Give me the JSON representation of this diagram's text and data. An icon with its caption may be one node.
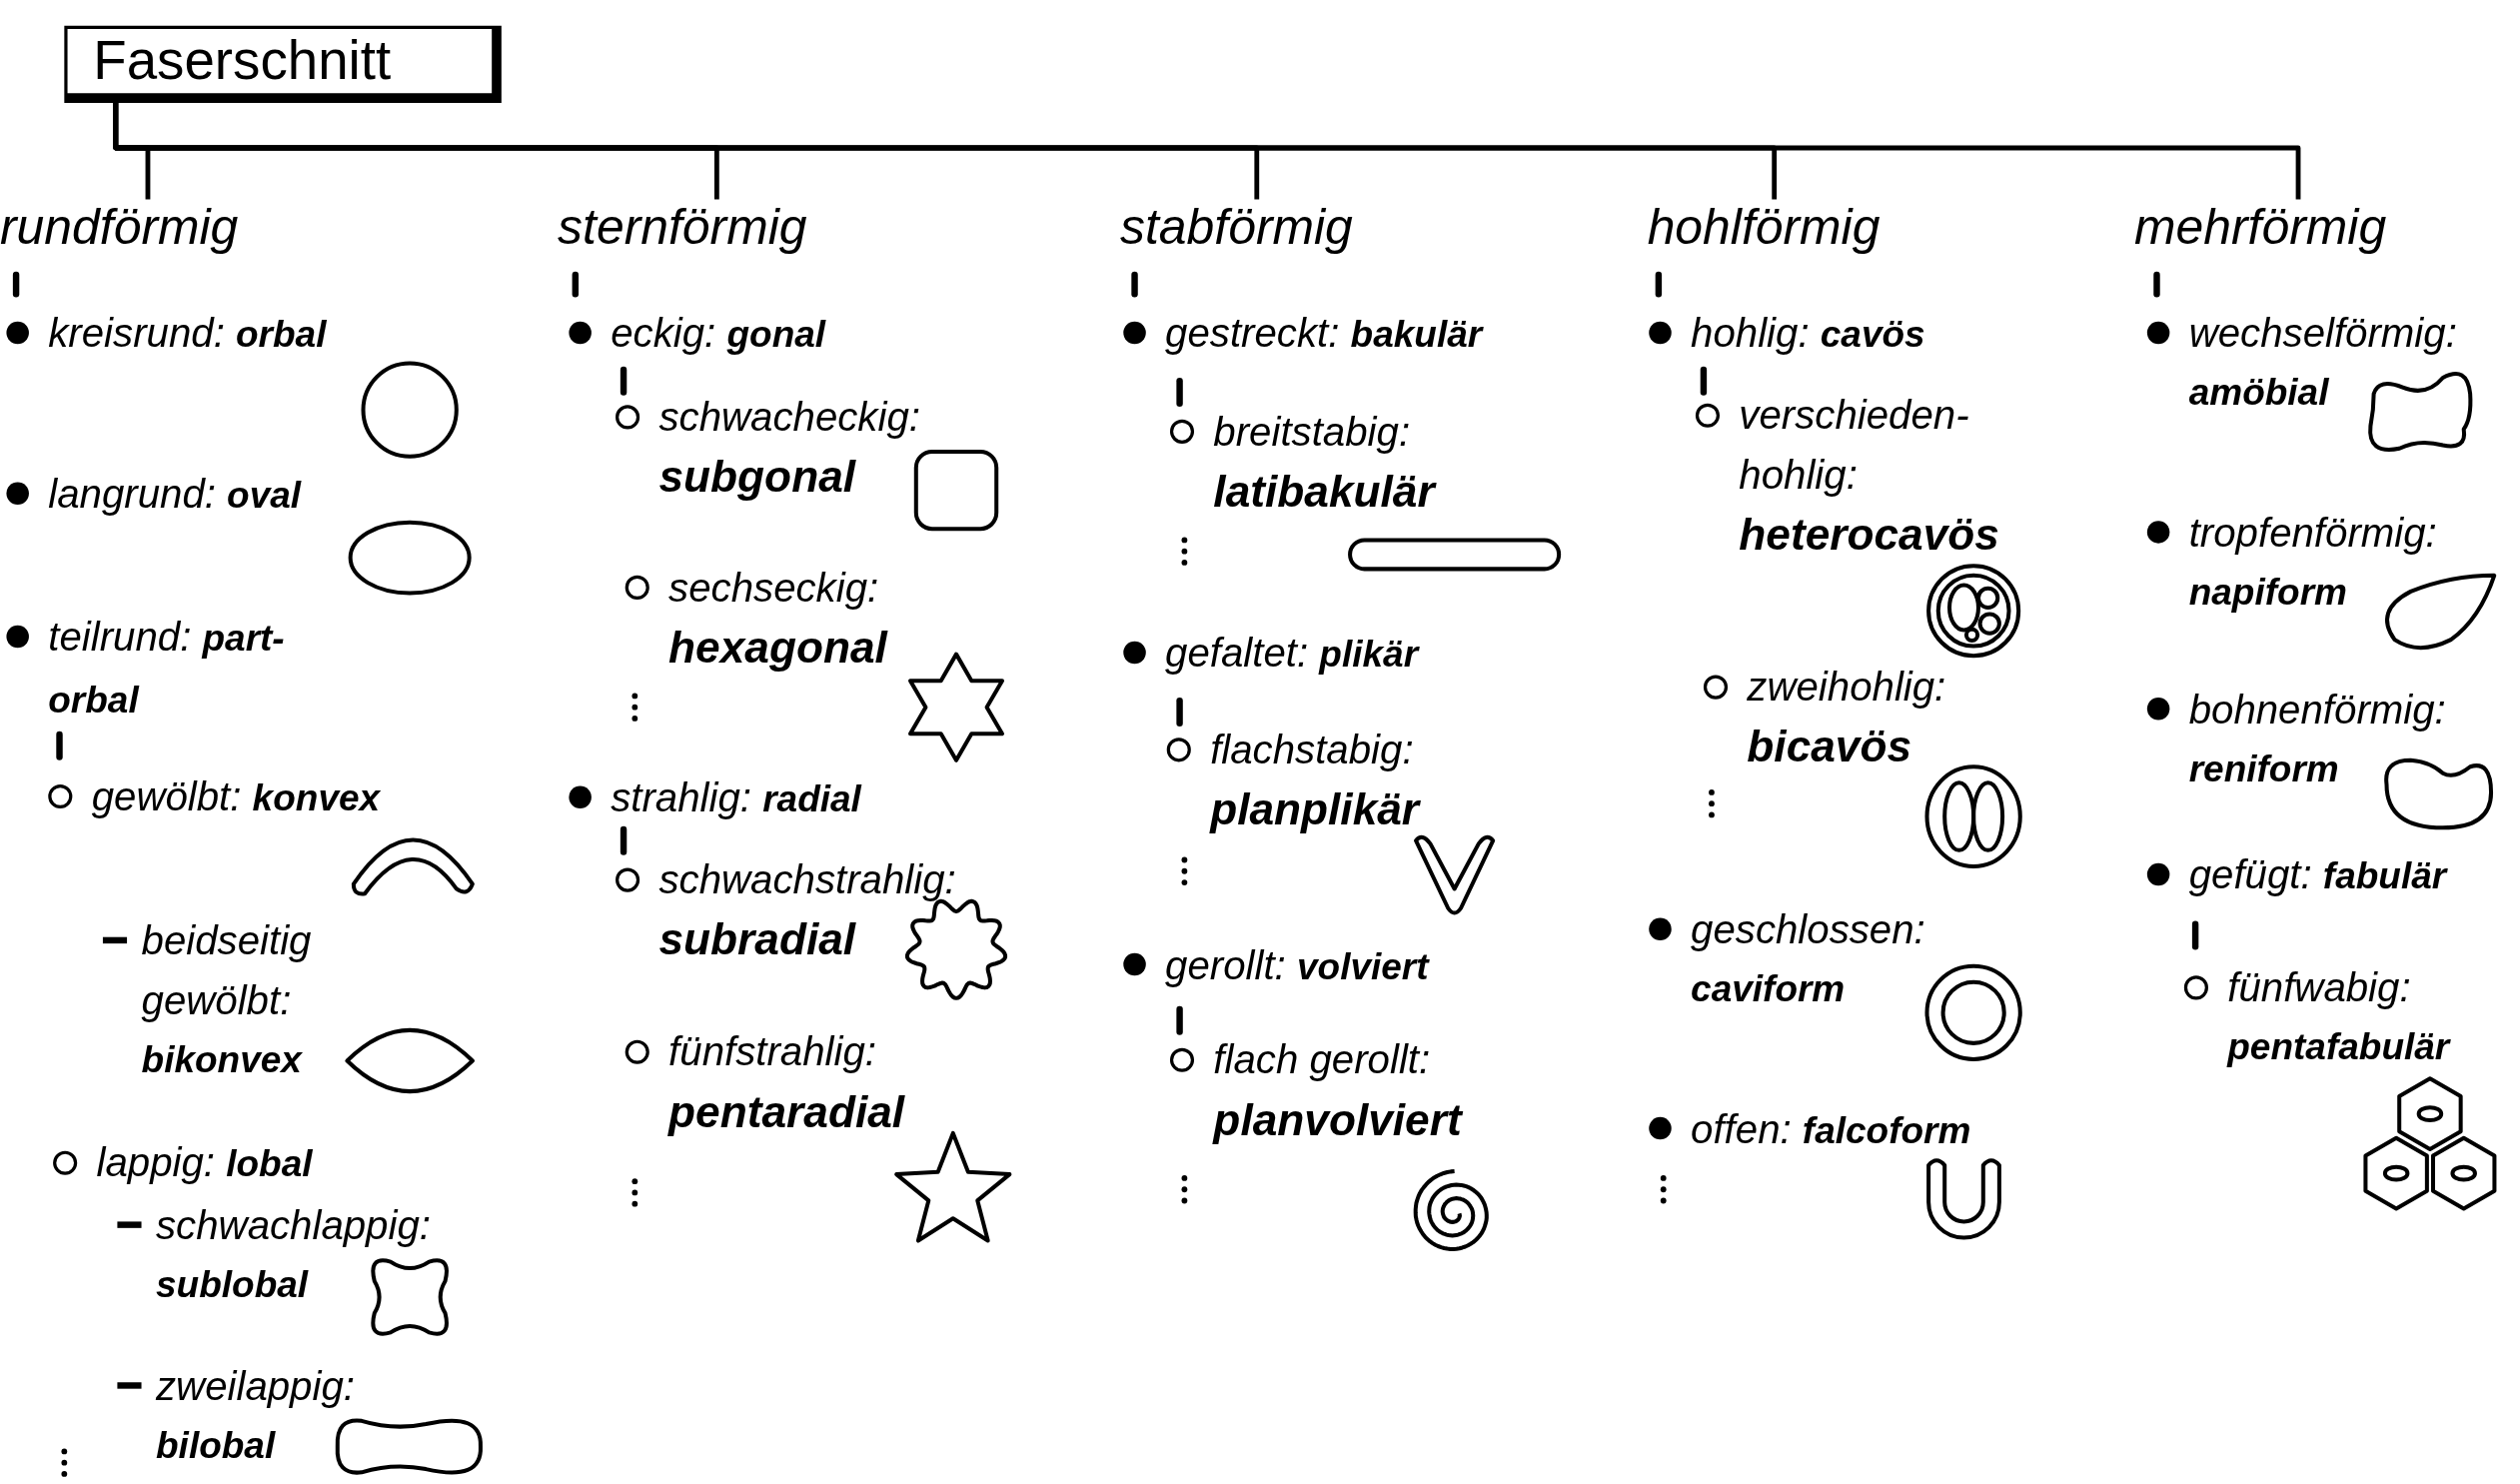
{
  "diagram": {
    "nodes": [
      {
        "text": [
          "Faserschnitt"
        ]
      },
      {
        "text": [
          "rundförmig"
        ]
      },
      {
        "text": [
          "sternförmig"
        ]
      },
      {
        "text": [
          "stabförmig"
        ]
      },
      {
        "text": [
          "hohlförmig"
        ]
      },
      {
        "text": [
          "mehrförmig"
        ]
      }
    ],
    "edges": [
      {
        "from": 0,
        "to": 1,
        "arrow": "none"
      },
      {
        "from": 0,
        "to": 2,
        "arrow": "none"
      },
      {
        "from": 0,
        "to": 3,
        "arrow": "none"
      },
      {
        "from": 0,
        "to": 4,
        "arrow": "none"
      },
      {
        "from": 0,
        "to": 5,
        "arrow": "none"
      }
    ],
    "labels": [
      "kreisrund: **orbal**",
      "langrund: **oval**",
      "teilrund: **part-orbal**",
      "gewölbt: **konvex**",
      "beidseitig gewölbt: **bikonvex**",
      "lappig: **lobal**",
      "schwachlappig: **sublobal**",
      "zweilappig: **bilobal**",
      "eckig: **gonal**",
      "schwacheckig: **subgonal**",
      "sechseckig: **hexagonal**",
      "strahlig: **radial**",
      "schwachstrahlig: **subradial**",
      "fünfstrahlig: **pentaradial**",
      "gestreckt: **bakulär**",
      "breitstabig: **latibakulär**",
      "gefaltet: **plikär**",
      "flachstabig: **planplikär**",
      "gerollt: **volviert**",
      "flach gerollt: **planvolviert**",
      "hohlig: **cavös**",
      "verschieden-hohlig: **heterocavös**",
      "zweihohlig: **bicavös**",
      "geschlossen: **caviform**",
      "offen: **falcoform**",
      "wechselförmig: **amöbial**",
      "tropfenförmig: **napiform**",
      "bohnenförmig: **reniform**",
      "gefügt: **fabulär**",
      "fünfwabig: **pentafabulär**"
    ]
  }
}
